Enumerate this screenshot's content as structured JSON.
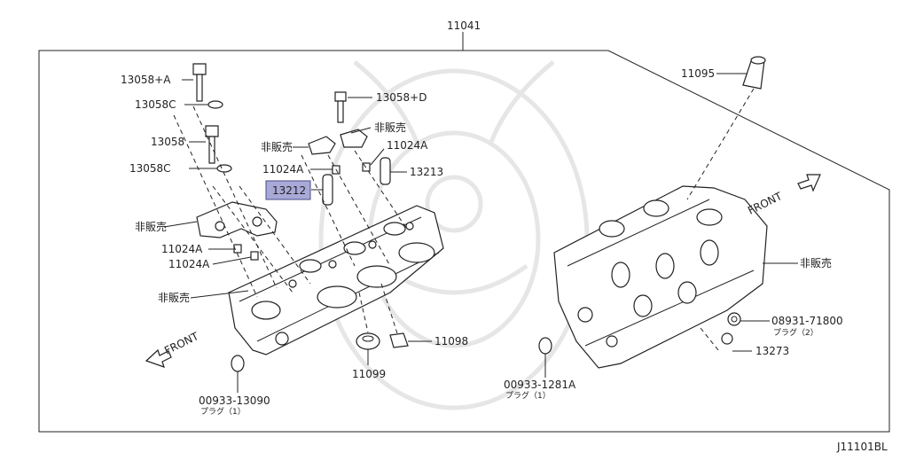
{
  "title": "J11101BL",
  "callouts": {
    "top": "11041",
    "c13058ba": "13058+A",
    "c13058c_top": "13058C",
    "c13058": "13058",
    "c13058c_mid": "13058C",
    "nfs_left_bracket": "非販売",
    "c11024a_l1": "11024A",
    "c11024a_l2": "11024A",
    "nfs_left_head": "非販売",
    "c13058d": "13058+D",
    "nfs_mid_r": "非販売",
    "nfs_mid_l": "非販売",
    "c11024a_mr": "11024A",
    "c11024a_ml": "11024A",
    "c13213": "13213",
    "c13212": "13212",
    "c11095": "11095",
    "front_left": "FRONT",
    "front_right": "FRONT",
    "nfs_right_head": "非販売",
    "c08931": "08931-71800",
    "c08931_sub": "プラグ（2）",
    "c13273": "13273",
    "c11098": "11098",
    "c11099": "11099",
    "c00933_13090": "00933-13090",
    "c00933_13090_sub": "プラグ（1）",
    "c00933_1281a": "00933-1281A",
    "c00933_1281a_sub": "プラグ（1）"
  },
  "highlight_color": "#a9a9d8"
}
